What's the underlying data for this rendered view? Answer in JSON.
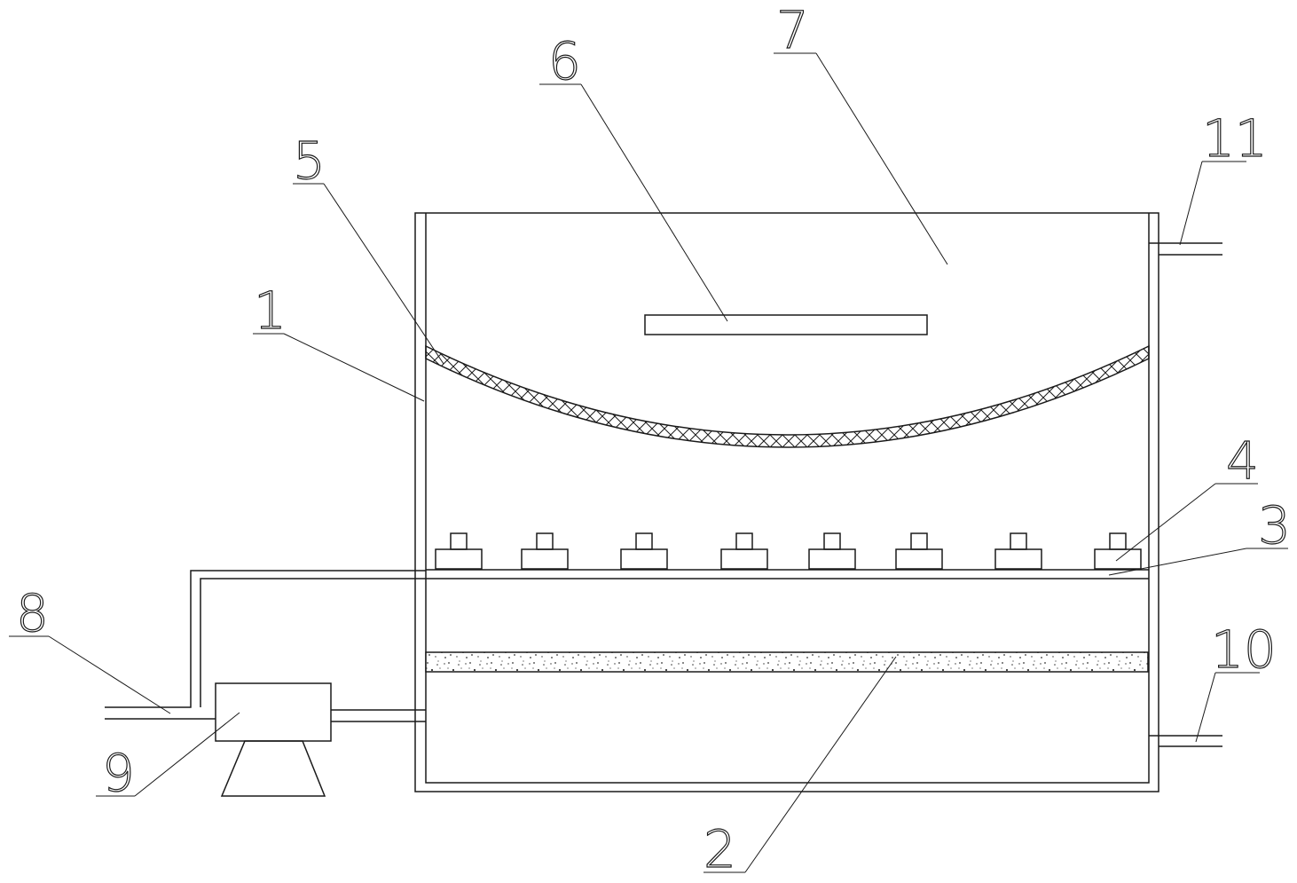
{
  "labels": {
    "l1": "1",
    "l2": "2",
    "l3": "3",
    "l4": "4",
    "l5": "5",
    "l6": "6",
    "l7": "7",
    "l8": "8",
    "l9": "9",
    "l10": "10",
    "l11": "11"
  },
  "nozzles": {
    "count": 8
  },
  "colors": {
    "line": "#1a1a1a",
    "background": "#ffffff"
  }
}
